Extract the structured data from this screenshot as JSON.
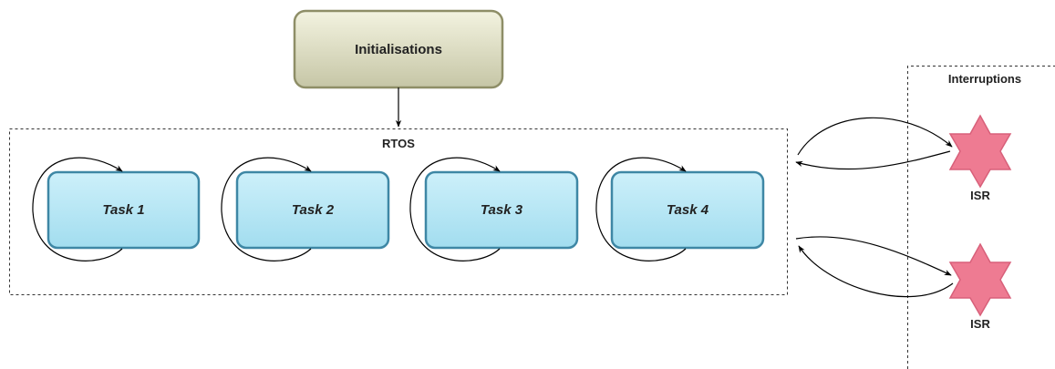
{
  "init": {
    "label": "Initialisations"
  },
  "rtos": {
    "label": "RTOS",
    "tasks": [
      {
        "label": "Task 1"
      },
      {
        "label": "Task 2"
      },
      {
        "label": "Task 3"
      },
      {
        "label": "Task 4"
      }
    ]
  },
  "interruptions": {
    "label": "Interruptions",
    "isrs": [
      {
        "label": "ISR"
      },
      {
        "label": "ISR"
      }
    ]
  },
  "colors": {
    "init_fill_top": "#f0f0dc",
    "init_fill_bottom": "#c9c9a9",
    "init_stroke": "#8e8e67",
    "task_fill_top": "#c9eff9",
    "task_fill_bottom": "#a6dff0",
    "task_stroke": "#3e87a5",
    "isr_fill": "#ee7b92",
    "isr_stroke": "#d8607a",
    "line": "#000000",
    "dashed": "#333333"
  }
}
